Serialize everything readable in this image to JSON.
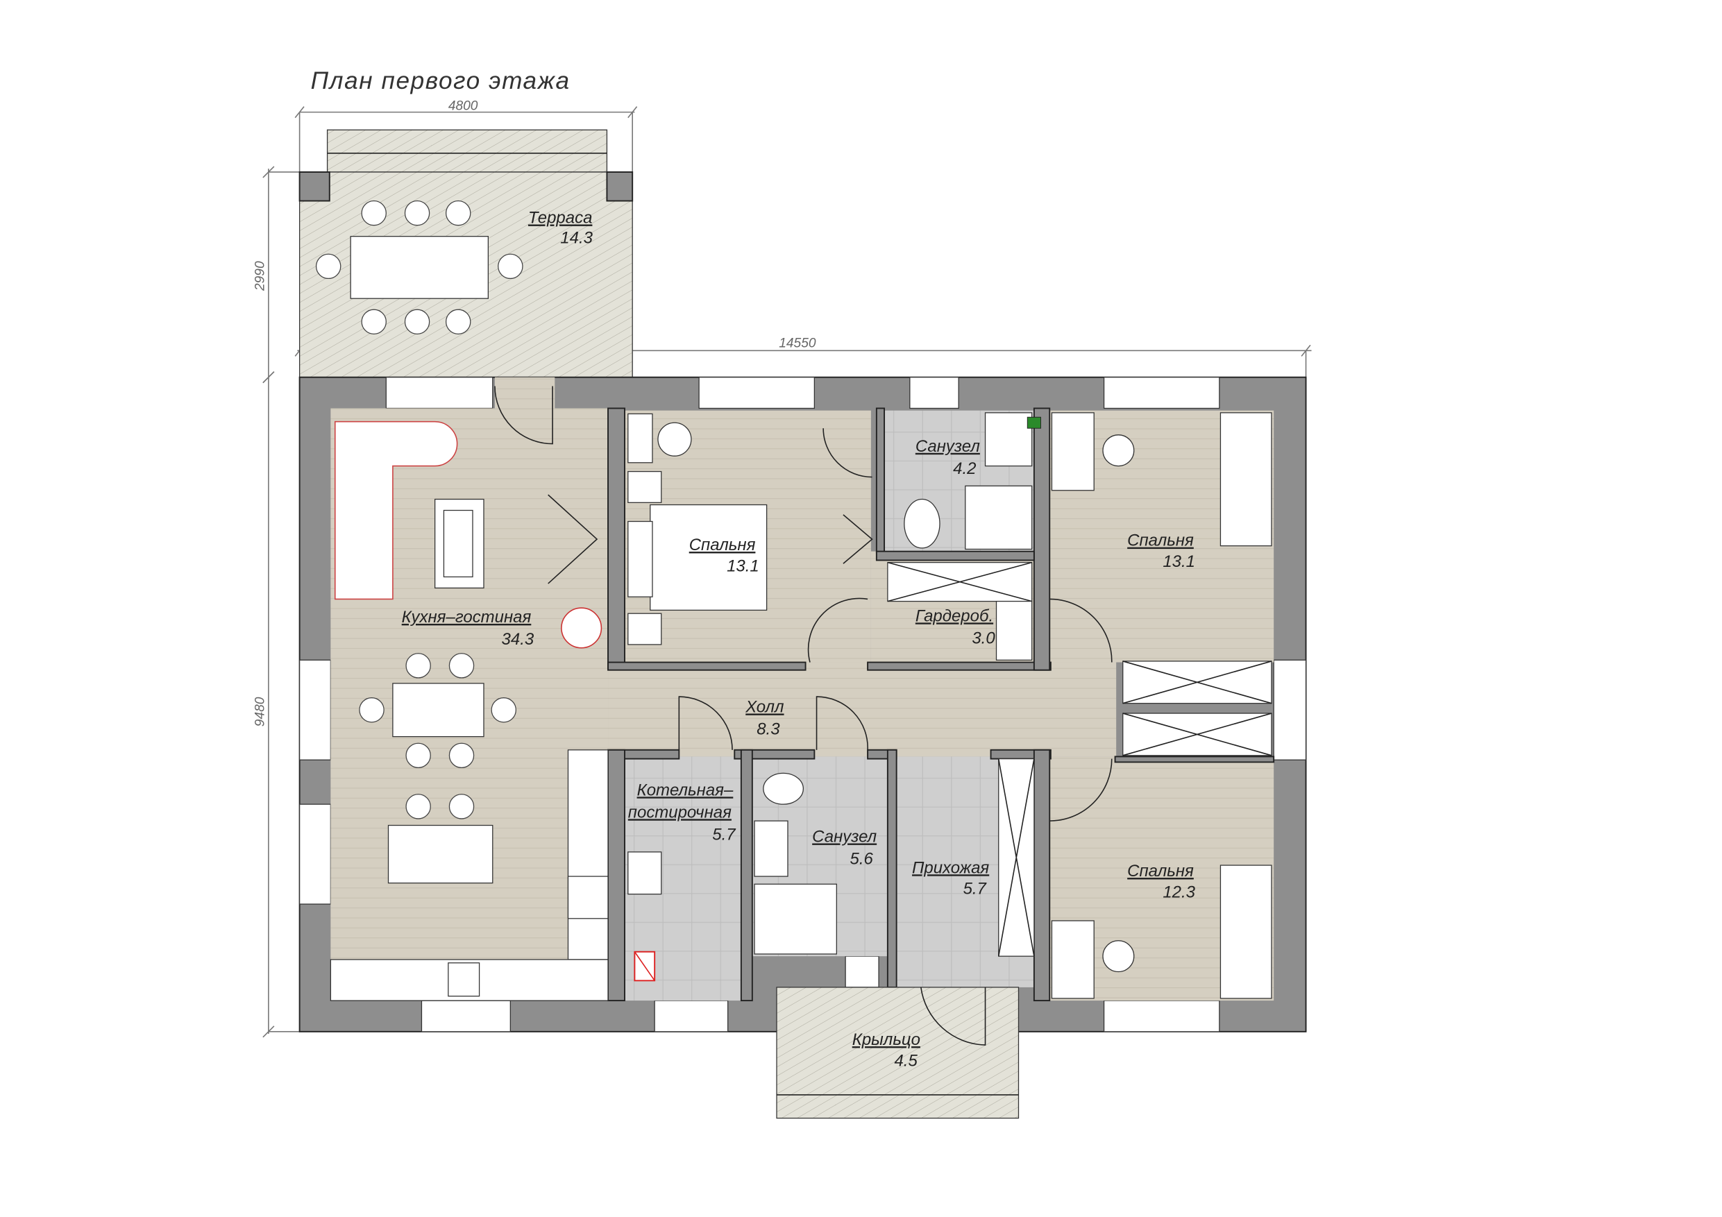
{
  "title": "План первого этажа",
  "dimensions": {
    "terrace_width": "4800",
    "terrace_depth": "2990",
    "house_width": "14550",
    "house_depth": "9480"
  },
  "rooms": {
    "terrace": {
      "name": "Терраса",
      "area": "14.3"
    },
    "kitchen_living": {
      "name": "Кухня–гостиная",
      "area": "34.3"
    },
    "bedroom_1": {
      "name": "Спальня",
      "area": "13.1"
    },
    "bathroom_1": {
      "name": "Санузел",
      "area": "4.2"
    },
    "wardrobe": {
      "name": "Гардероб.",
      "area": "3.0"
    },
    "bedroom_2": {
      "name": "Спальня",
      "area": "13.1"
    },
    "hall": {
      "name": "Холл",
      "area": "8.3"
    },
    "boiler_laundry": {
      "name_line1": "Котельная–",
      "name_line2": "постирочная",
      "area": "5.7"
    },
    "bathroom_2": {
      "name": "Санузел",
      "area": "5.6"
    },
    "entry": {
      "name": "Прихожая",
      "area": "5.7"
    },
    "bedroom_3": {
      "name": "Спальня",
      "area": "12.3"
    },
    "porch": {
      "name": "Крыльцо",
      "area": "4.5"
    }
  },
  "colors": {
    "wall": "#8e8e8e",
    "floor_wood": "#d5cfc1",
    "floor_tile": "#cfcfcf",
    "hatch": "#e3e2d8"
  }
}
